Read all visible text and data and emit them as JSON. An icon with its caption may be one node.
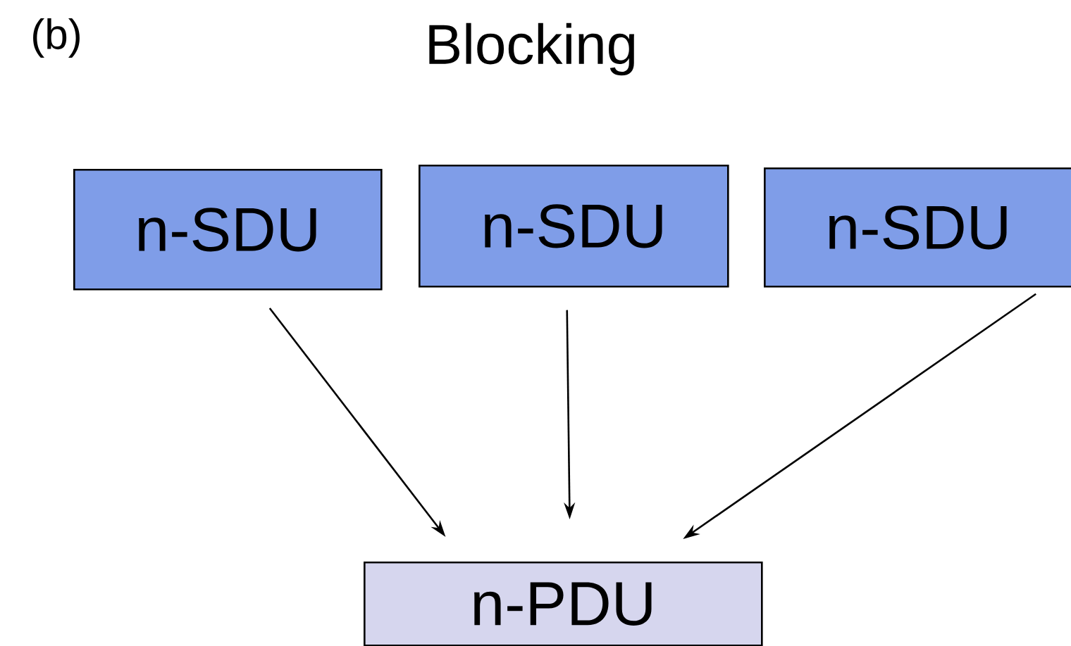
{
  "diagram": {
    "title": "Blocking",
    "nodes": [
      {
        "text": [
          "n-SDU"
        ]
      },
      {
        "text": [
          "n-SDU"
        ]
      },
      {
        "text": [
          "n-SDU"
        ]
      },
      {
        "text": [
          "n-PDU"
        ]
      }
    ],
    "edges": [
      {
        "from": 0,
        "to": 3,
        "arrow": "to"
      },
      {
        "from": 1,
        "to": 3,
        "arrow": "to"
      },
      {
        "from": 2,
        "to": 3,
        "arrow": "to"
      }
    ],
    "labels": [
      "(b)"
    ]
  }
}
